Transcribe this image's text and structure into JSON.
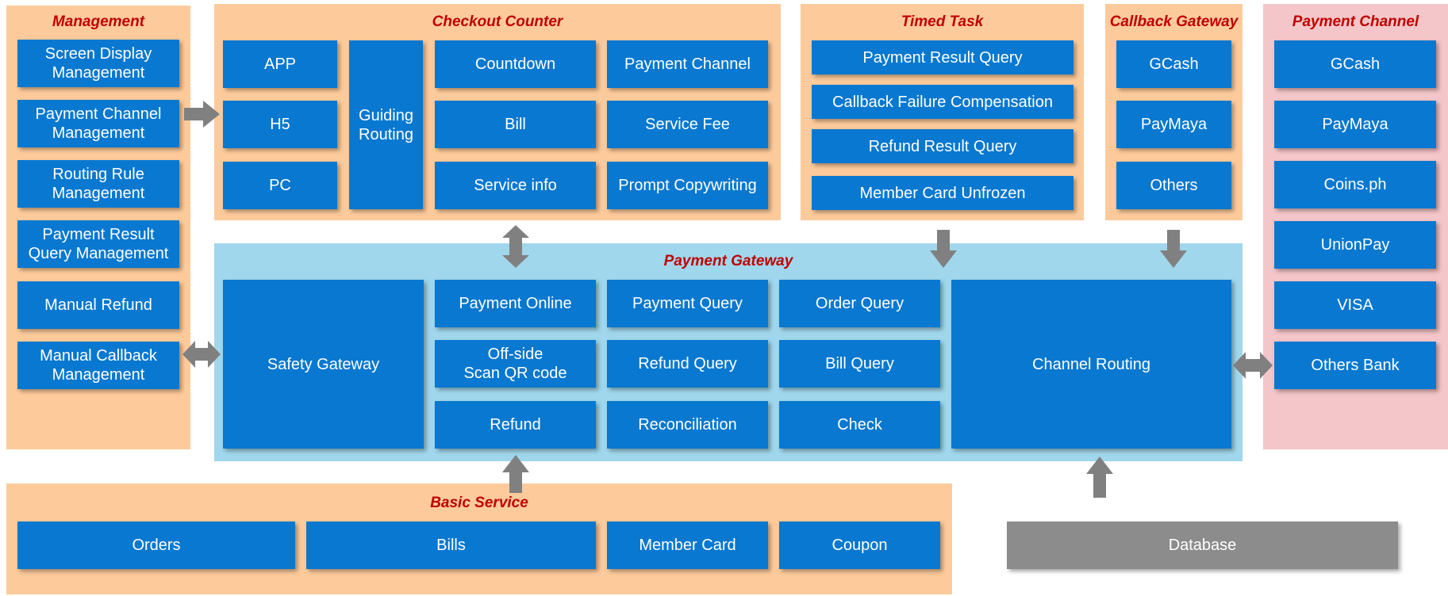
{
  "colors": {
    "panel_orange": "#fdcb9b",
    "panel_blue": "#a0d7ec",
    "panel_pink": "#f4c6c9",
    "box_blue": "#0878d0",
    "box_gray": "#8c8c8c",
    "title_red": "#c00000",
    "arrow_gray": "#808080"
  },
  "management": {
    "title": "Management",
    "items": [
      "Screen Display\nManagement",
      "Payment Channel\nManagement",
      "Routing Rule\nManagement",
      "Payment Result\nQuery Management",
      "Manual Refund",
      "Manual Callback\nManagement"
    ]
  },
  "checkout": {
    "title": "Checkout Counter",
    "clients": [
      "APP",
      "H5",
      "PC"
    ],
    "routing": "Guiding\nRouting",
    "col1": [
      "Countdown",
      "Bill",
      "Service info"
    ],
    "col2": [
      "Payment Channel",
      "Service Fee",
      "Prompt Copywriting"
    ]
  },
  "timed_task": {
    "title": "Timed Task",
    "items": [
      "Payment Result Query",
      "Callback Failure Compensation",
      "Refund Result Query",
      "Member Card Unfrozen"
    ]
  },
  "callback_gateway": {
    "title": "Callback Gateway",
    "items": [
      "GCash",
      "PayMaya",
      "Others"
    ]
  },
  "payment_channel": {
    "title": "Payment Channel",
    "items": [
      "GCash",
      "PayMaya",
      "Coins.ph",
      "UnionPay",
      "VISA",
      "Others Bank"
    ]
  },
  "payment_gateway": {
    "title": "Payment Gateway",
    "safety": "Safety Gateway",
    "col1": [
      "Payment Online",
      "Off-side\nScan QR code",
      "Refund"
    ],
    "col2": [
      "Payment Query",
      "Refund Query",
      "Reconciliation"
    ],
    "col3": [
      "Order Query",
      "Bill Query",
      "Check"
    ],
    "channel_routing": "Channel Routing"
  },
  "basic_service": {
    "title": "Basic Service",
    "items": [
      "Orders",
      "Bills",
      "Member Card",
      "Coupon"
    ]
  },
  "database": {
    "label": "Database"
  }
}
